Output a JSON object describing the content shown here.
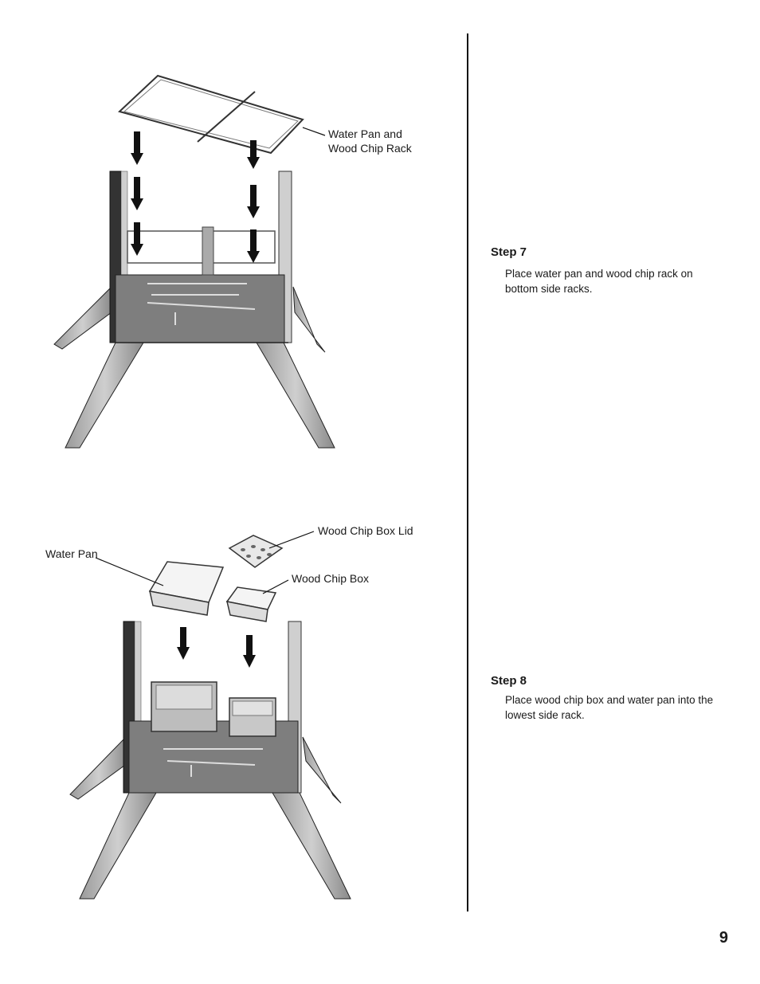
{
  "figure1": {
    "callout_rack": "Water Pan and\nWood Chip Rack"
  },
  "figure2": {
    "callout_lid": "Wood Chip Box Lid",
    "callout_box": "Wood Chip Box",
    "callout_pan": "Water Pan"
  },
  "steps": [
    {
      "heading": "Step 7",
      "body": "Place water pan and wood chip rack on bottom side racks."
    },
    {
      "heading": "Step 8",
      "body": "Place wood chip box and water pan into the lowest side rack."
    }
  ],
  "page_number": "9"
}
